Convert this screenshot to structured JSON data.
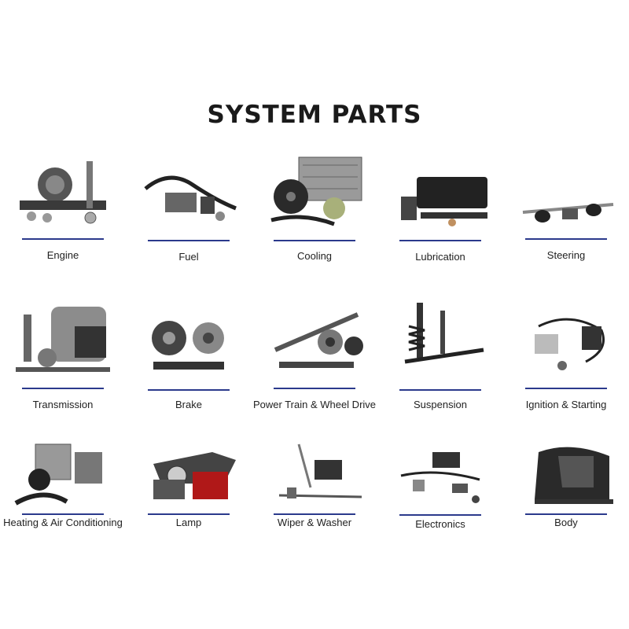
{
  "title": "SYSTEM PARTS",
  "categories": [
    {
      "label": "Engine"
    },
    {
      "label": "Fuel"
    },
    {
      "label": "Cooling"
    },
    {
      "label": "Lubrication"
    },
    {
      "label": "Steering"
    },
    {
      "label": "Transmission"
    },
    {
      "label": "Brake"
    },
    {
      "label": "Power Train & Wheel Drive"
    },
    {
      "label": "Suspension"
    },
    {
      "label": "Ignition & Starting"
    },
    {
      "label": "Heating & Air Conditioning"
    },
    {
      "label": "Lamp"
    },
    {
      "label": "Wiper & Washer"
    },
    {
      "label": "Electronics"
    },
    {
      "label": "Body"
    }
  ],
  "colors": {
    "rule": "#2b3a8c",
    "parts_dark": "#2a2a2a",
    "parts_metal": "#9a9a9a",
    "lamp_red": "#b01818"
  }
}
